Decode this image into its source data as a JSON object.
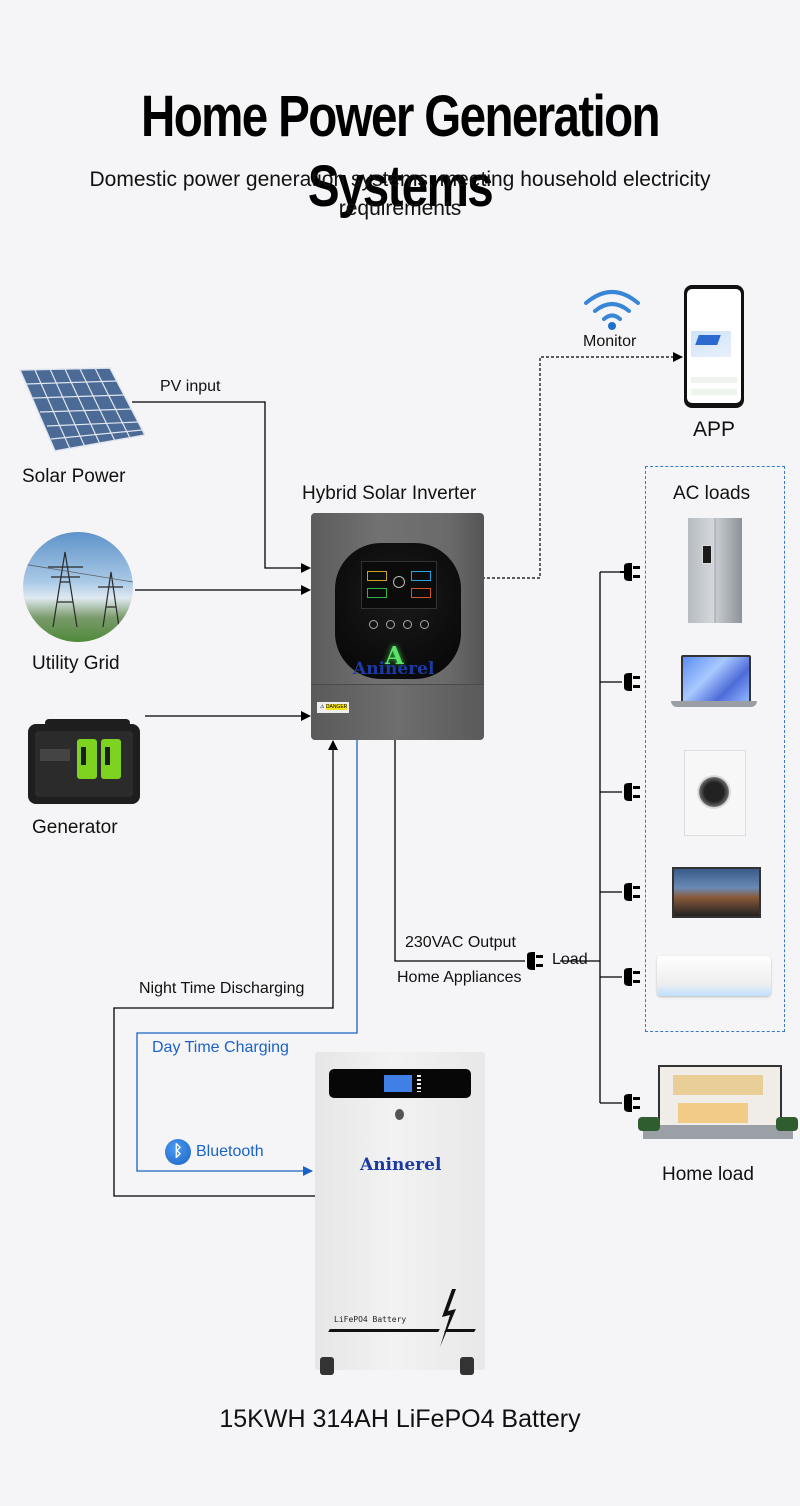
{
  "header": {
    "title": "Home Power Generation Systems",
    "subtitle": "Domestic power generation systems, meeting household electricity requirements"
  },
  "sources": [
    {
      "id": "solar",
      "label": "Solar Power",
      "connection_label": "PV input",
      "icon": "solar-panel-icon"
    },
    {
      "id": "grid",
      "label": "Utility Grid",
      "icon": "power-tower-icon"
    },
    {
      "id": "generator",
      "label": "Generator",
      "icon": "generator-icon"
    }
  ],
  "inverter": {
    "label": "Hybrid Solar Inverter",
    "brand": "Aninerel",
    "warning_label": "DANGER"
  },
  "monitor": {
    "label": "Monitor",
    "icon": "wifi-icon",
    "app_label": "APP"
  },
  "output": {
    "line1": "230VAC Output",
    "line2": "Home Appliances",
    "plug_label": "Load"
  },
  "ac_loads": {
    "title": "AC loads",
    "items": [
      {
        "name": "Refrigerator",
        "icon": "refrigerator-icon"
      },
      {
        "name": "Laptop",
        "icon": "laptop-icon"
      },
      {
        "name": "Washing Machine",
        "icon": "washing-machine-icon"
      },
      {
        "name": "Television",
        "icon": "tv-icon"
      },
      {
        "name": "Air Conditioner",
        "icon": "air-conditioner-icon"
      }
    ]
  },
  "home_load": {
    "label": "Home load",
    "icon": "house-icon"
  },
  "battery_flows": {
    "discharge": "Night Time Discharging",
    "charge": "Day Time Charging",
    "bluetooth": "Bluetooth"
  },
  "battery": {
    "brand": "Aninerel",
    "panel_text": "LiFePO4 Battery",
    "caption": "15KWH 314AH LiFePO4 Battery"
  },
  "colors": {
    "background": "#f5f5f7",
    "blue_line": "#1a63c6",
    "dashed_box": "#3a78c8",
    "text": "#111111"
  }
}
